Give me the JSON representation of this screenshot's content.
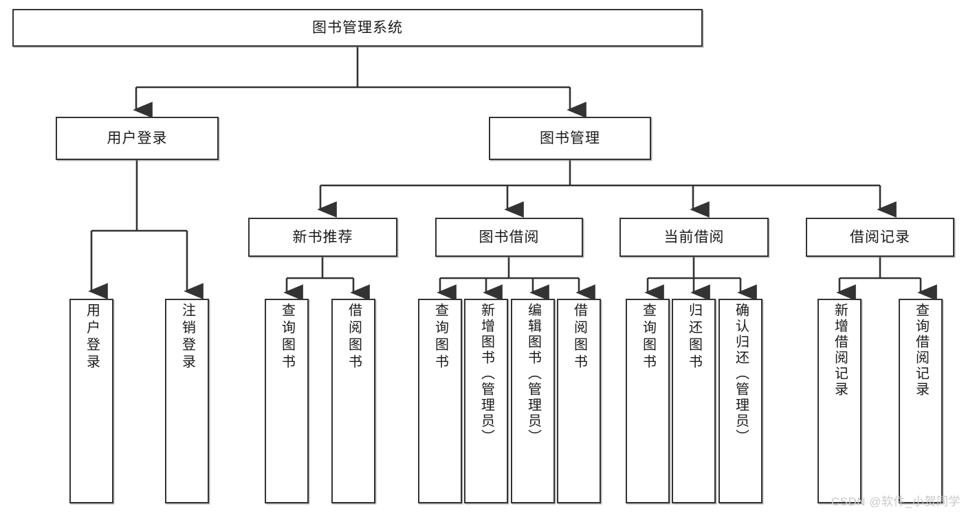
{
  "diagram": {
    "title": "图书管理系统",
    "type": "tree-hierarchy-diagram",
    "colors": {
      "box_border": "#333333",
      "box_fill": "#ffffff",
      "edge": "#333333",
      "text": "#1a1a1a",
      "watermark": "#c9c9c9"
    },
    "root": {
      "label": "图书管理系统"
    },
    "level2": [
      {
        "label": "用户登录"
      },
      {
        "label": "图书管理"
      }
    ],
    "level3": [
      {
        "label": "新书推荐"
      },
      {
        "label": "图书借阅"
      },
      {
        "label": "当前借阅"
      },
      {
        "label": "借阅记录"
      }
    ],
    "leaves": {
      "user_login": [
        {
          "label": "用户登录"
        },
        {
          "label": "注销登录"
        }
      ],
      "new_book_recommend": [
        {
          "label": "查询图书"
        },
        {
          "label": "借阅图书"
        }
      ],
      "book_borrow": [
        {
          "label": "查询图书"
        },
        {
          "label": "新增图书（管理员）"
        },
        {
          "label": "编辑图书（管理员）"
        },
        {
          "label": "借阅图书"
        }
      ],
      "current_borrow": [
        {
          "label": "查询图书"
        },
        {
          "label": "归还图书"
        },
        {
          "label": "确认归还（管理员）"
        }
      ],
      "borrow_record": [
        {
          "label": "新增借阅记录"
        },
        {
          "label": "查询借阅记录"
        }
      ]
    }
  },
  "watermark": {
    "text": "CSDN @软件_小贺同学"
  }
}
